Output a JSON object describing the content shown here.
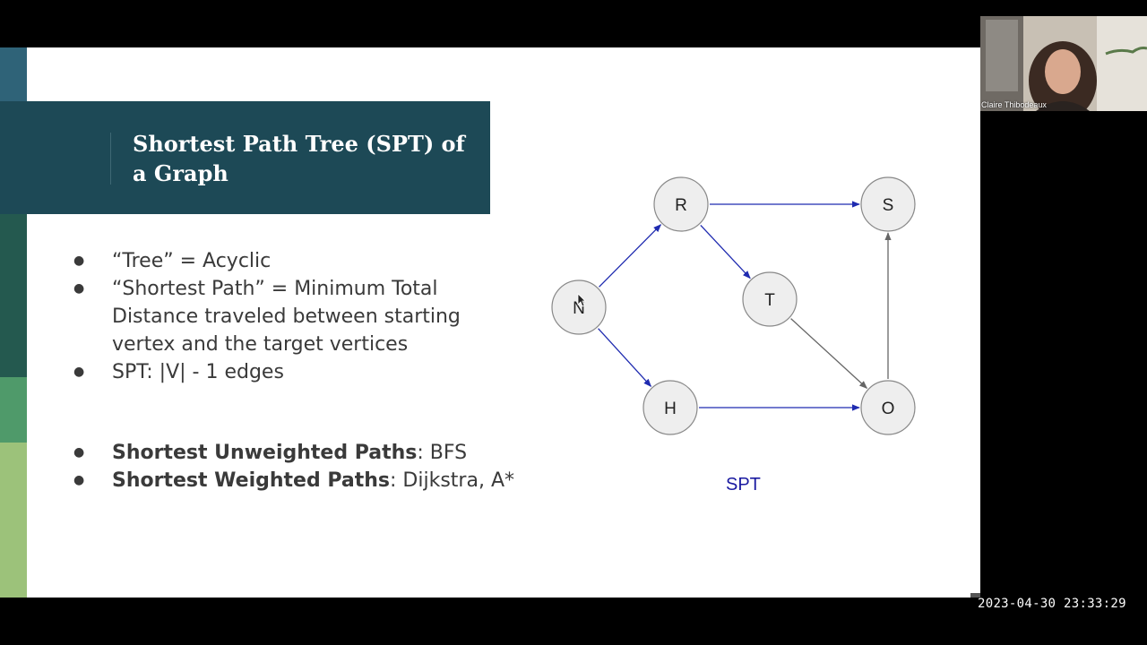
{
  "slide": {
    "title": "Shortest Path Tree (SPT) of a Graph",
    "bullets": [
      "“Tree” = Acyclic",
      "“Shortest Path” = Minimum Total Distance traveled between starting vertex and the target vertices",
      "SPT: |V| - 1 edges"
    ],
    "bullets2": [
      {
        "bold": "Shortest Unweighted Paths",
        "rest": ": BFS"
      },
      {
        "bold": "Shortest Weighted Paths",
        "rest": ": Dijkstra, A*"
      }
    ]
  },
  "graph": {
    "nodes": [
      "R",
      "S",
      "N",
      "T",
      "H",
      "O"
    ],
    "edges": [
      {
        "from": "N",
        "to": "R",
        "in_tree": true
      },
      {
        "from": "N",
        "to": "H",
        "in_tree": true
      },
      {
        "from": "R",
        "to": "S",
        "in_tree": true
      },
      {
        "from": "R",
        "to": "T",
        "in_tree": true
      },
      {
        "from": "H",
        "to": "O",
        "in_tree": true
      },
      {
        "from": "T",
        "to": "O",
        "in_tree": false
      },
      {
        "from": "O",
        "to": "S",
        "in_tree": false
      }
    ],
    "caption": "SPT"
  },
  "webcam": {
    "name": "Claire Thibodeaux"
  },
  "timestamp": "2023-04-30  23:33:29",
  "colors": {
    "title_bg": "#1d4956",
    "tree_edge": "#1f2bb0",
    "other_edge": "#666666",
    "caption": "#1a1aa0"
  }
}
